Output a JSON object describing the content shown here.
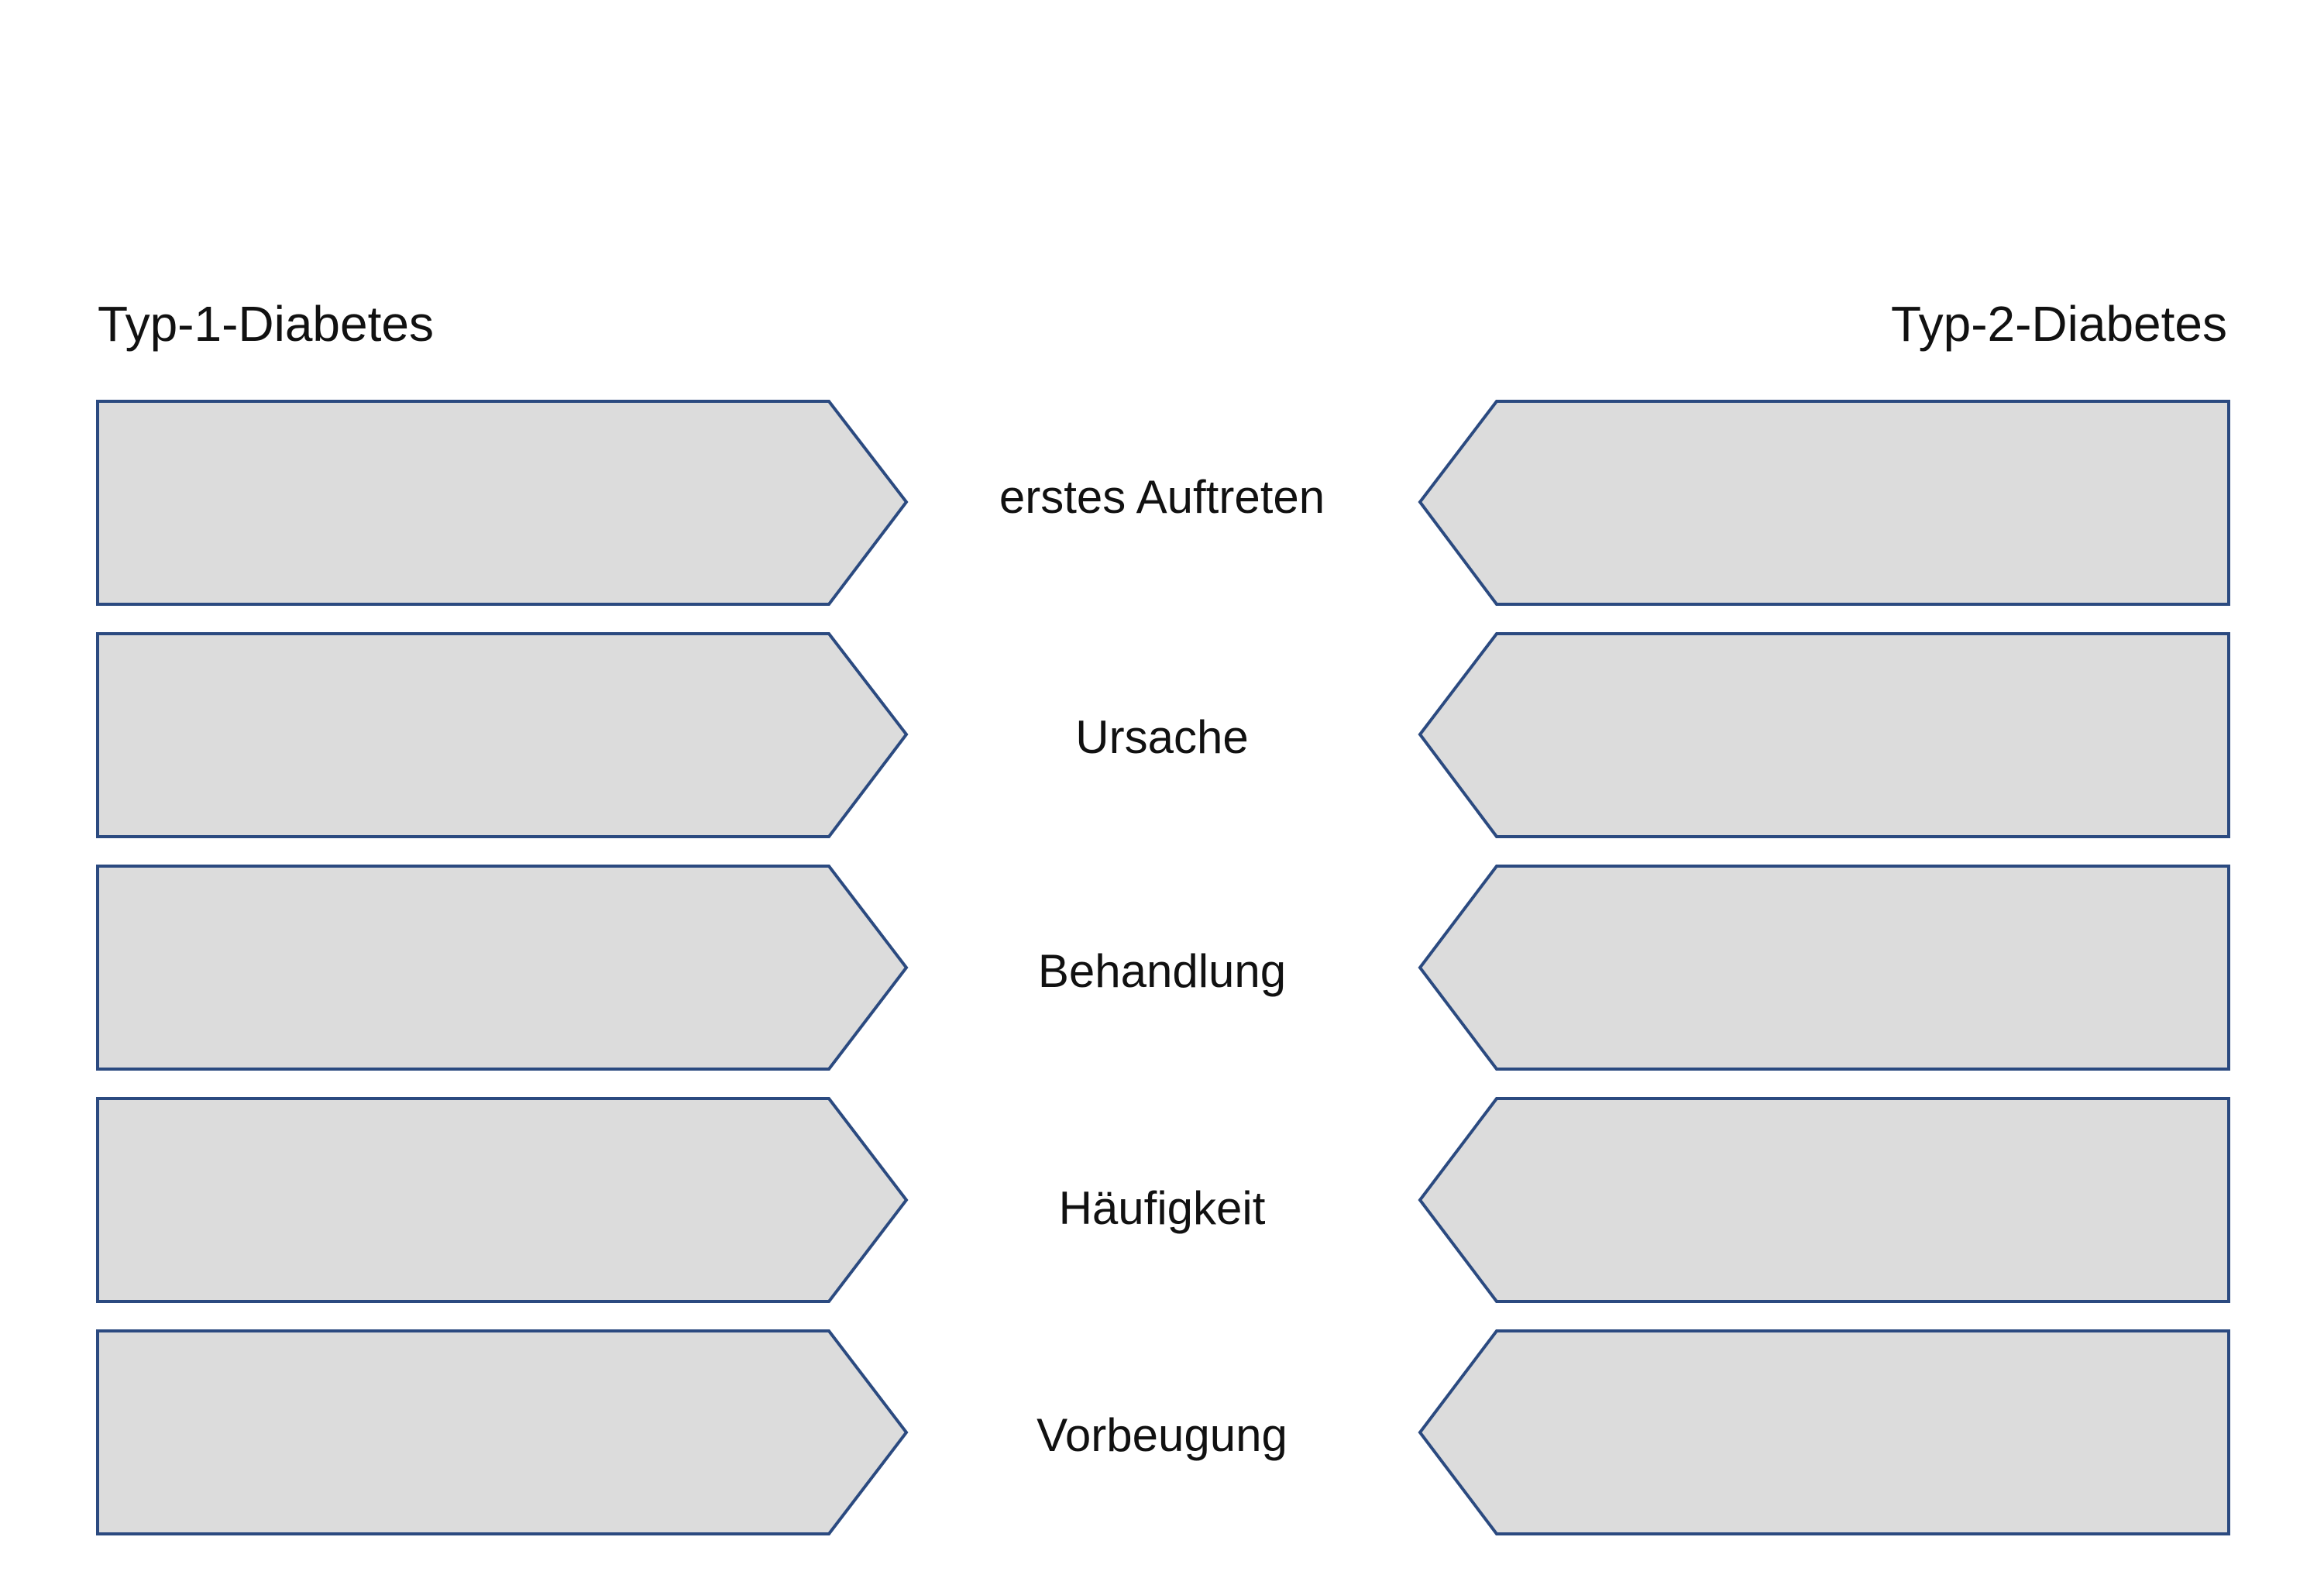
{
  "headings": {
    "left": "Typ-1-Diabetes",
    "right": "Typ-2-Diabetes"
  },
  "rows": [
    {
      "label": "erstes Auftreten"
    },
    {
      "label": "Ursache"
    },
    {
      "label": "Behandlung"
    },
    {
      "label": "Häufigkeit"
    },
    {
      "label": "Vorbeugung"
    }
  ],
  "colors": {
    "box_fill": "#dcdcdc",
    "box_stroke": "#2b4a80",
    "text": "#111111"
  }
}
